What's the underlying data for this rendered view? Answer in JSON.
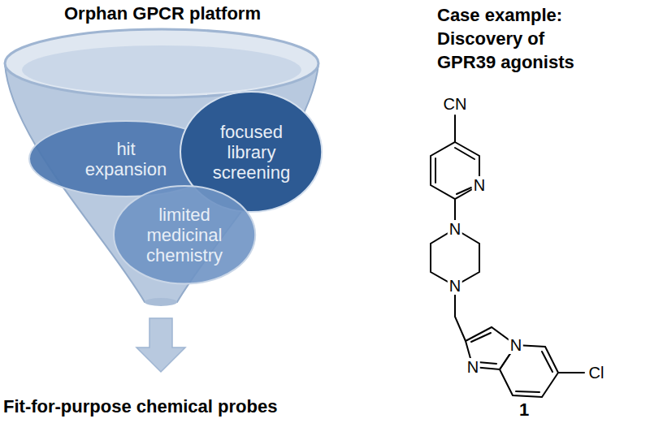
{
  "diagram": {
    "title": "Orphan GPCR platform",
    "nodes": [
      {
        "text": [
          "hit expansion"
        ]
      },
      {
        "text": [
          "focused library screening"
        ]
      },
      {
        "text": [
          "limited medicinal chemistry"
        ]
      }
    ],
    "labels": [
      "Case example: Discovery of GPR39 agonists",
      "CN",
      "N",
      "N",
      "N",
      "N",
      "N",
      "Cl",
      "Fit-for-purpose chemical probes",
      "1"
    ]
  }
}
